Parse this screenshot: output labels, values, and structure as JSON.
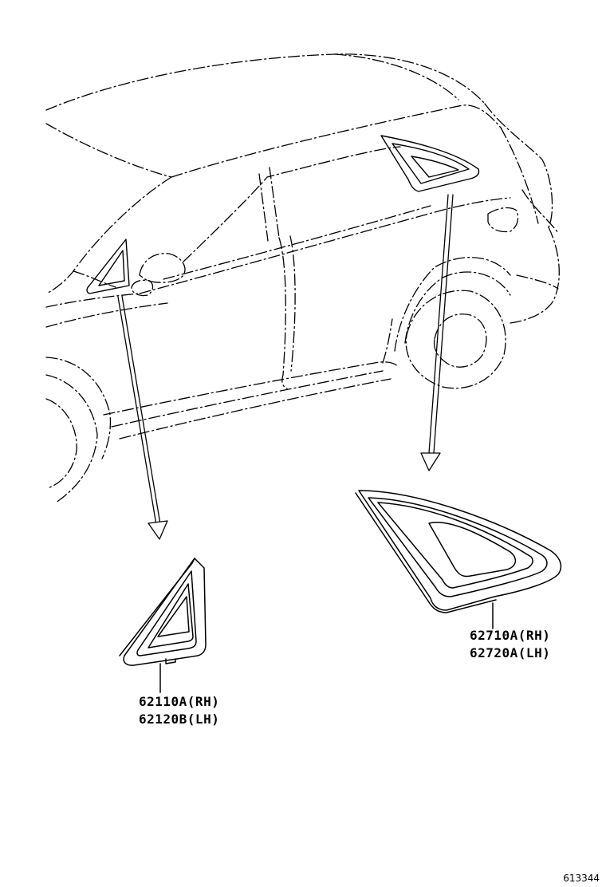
{
  "parts": {
    "front_quarter": {
      "part_rh": "62110A(RH)",
      "part_lh": "62120B(LH)"
    },
    "rear_quarter": {
      "part_rh": "62710A(RH)",
      "part_lh": "62720A(LH)"
    }
  },
  "figure_number": "613344"
}
